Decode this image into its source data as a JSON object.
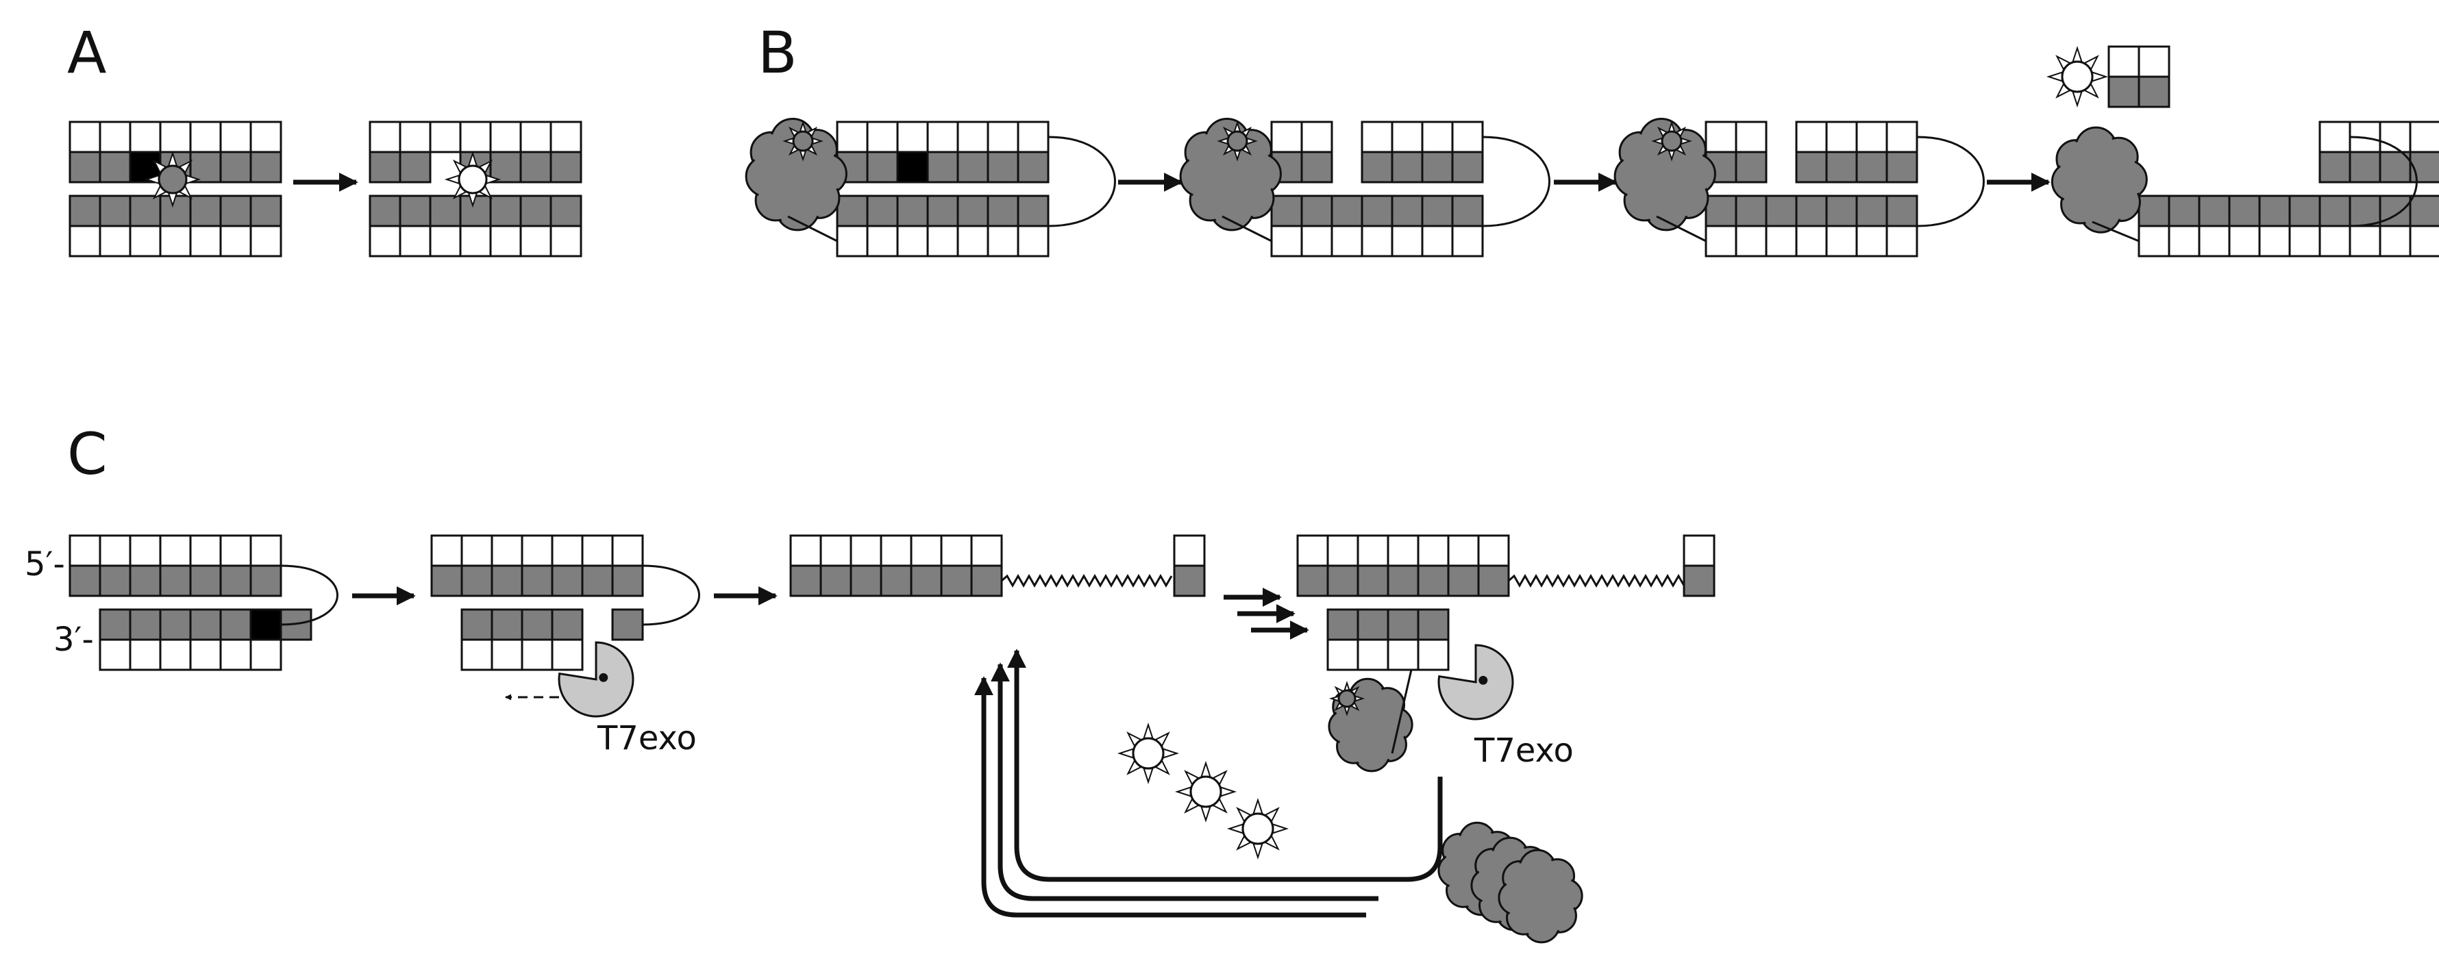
{
  "figure": {
    "panels": [
      {
        "id": "A",
        "label": "A"
      },
      {
        "id": "B",
        "label": "B"
      },
      {
        "id": "C",
        "label": "C"
      }
    ],
    "end_labels": {
      "five_prime": "5′-",
      "three_prime": "3′-"
    },
    "enzyme_labels": {
      "exonuclease_1": "T7exo",
      "exonuclease_2": "T7exo"
    },
    "colors": {
      "paired_strand_fill": "#7f7f7f",
      "unpaired_strand_fill": "#ffffff",
      "lesion_fill": "#000000",
      "enzyme_fill": "#7f7f7f",
      "exonuclease_fill": "#c8c8c8",
      "outline": "#111111"
    },
    "icons": [
      "starburst-icon",
      "glycosylase-blob-icon",
      "exonuclease-pacman-icon",
      "reaction-arrow-icon"
    ]
  }
}
